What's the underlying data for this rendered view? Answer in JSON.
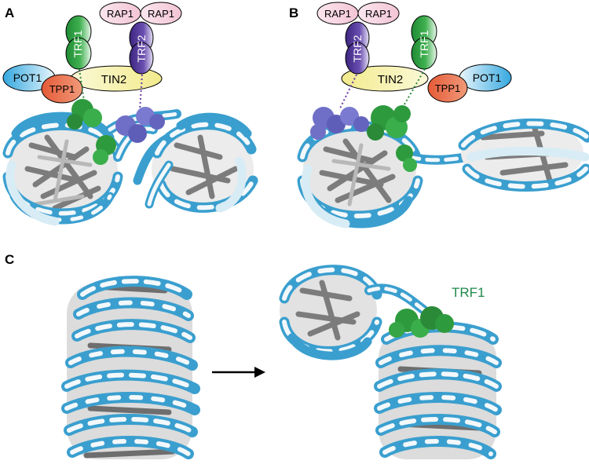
{
  "panels": {
    "a": {
      "letter": "A",
      "rap1_left": "RAP1",
      "rap1_right": "RAP1",
      "trf1": "TRF1",
      "trf2": "TRF2",
      "pot1": "POT1",
      "tpp1": "TPP1",
      "tin2": "TIN2"
    },
    "b": {
      "letter": "B",
      "rap1_left": "RAP1",
      "rap1_right": "RAP1",
      "trf2": "TRF2",
      "trf1": "TRF1",
      "tin2": "TIN2",
      "tpp1": "TPP1",
      "pot1": "POT1"
    },
    "c": {
      "letter": "C",
      "trf1_label": "TRF1"
    }
  },
  "colors": {
    "dna_blue": "#3a9fcf",
    "dna_white": "#f3f8fb",
    "histone_gray": "#8a8a8a",
    "trf1_green": "#2e9a3e",
    "trf2_purple": "#5a3f98",
    "trf2_surface": "#6f6fc8",
    "rap1_pink": "#f6d3df",
    "tin2_yellow": "#f7f2b4",
    "tpp1_orange": "#ea6a45",
    "pot1_blue": "#3aa6dc",
    "trf1_text": "#1f8a4a"
  }
}
